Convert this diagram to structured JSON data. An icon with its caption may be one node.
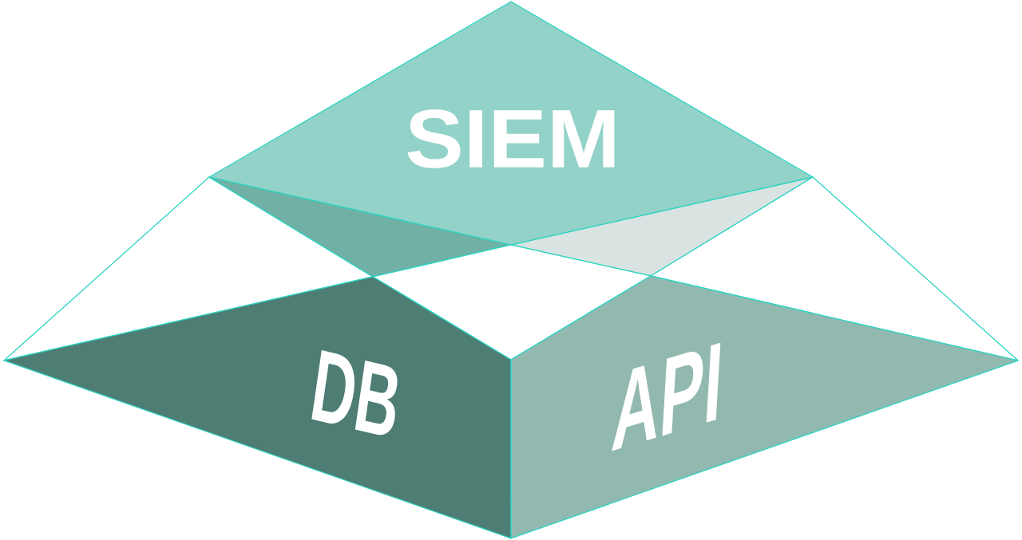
{
  "diagram": {
    "nodes": [
      {
        "text": [
          "SIEM"
        ]
      },
      {
        "text": [],
        "shape": "triangle"
      },
      {
        "text": [],
        "shape": "triangle"
      },
      {
        "text": [],
        "shape": "triangle"
      },
      {
        "text": [],
        "shape": "triangle"
      },
      {
        "text": [],
        "shape": "diamond"
      },
      {
        "text": [
          "DB"
        ]
      },
      {
        "text": [
          "API"
        ]
      }
    ]
  }
}
